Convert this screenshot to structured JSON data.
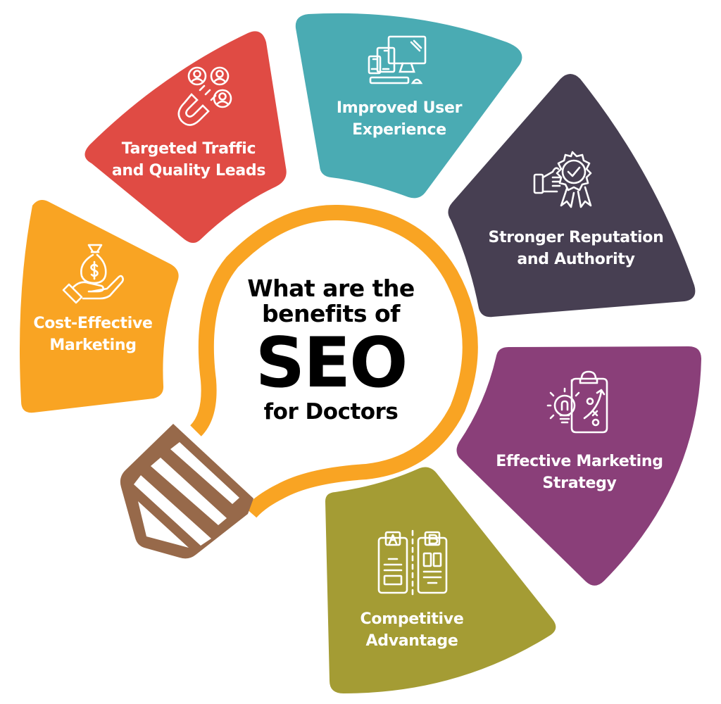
{
  "title": {
    "line1": "What are the",
    "line2": "benefits of",
    "line3": "SEO",
    "line4": "for Doctors"
  },
  "colors": {
    "bulb_outline": "#F9A423",
    "bulb_base": "#97694A",
    "targeted_traffic": "#E04B44",
    "user_experience": "#4AABB3",
    "reputation": "#473F52",
    "marketing_strategy": "#8A3F79",
    "competitive_advantage": "#A49C34",
    "cost_effective": "#F9A423",
    "title_text": "#000000",
    "petal_text": "#FFFFFF"
  },
  "benefits": [
    {
      "id": "targeted-traffic",
      "line1": "Targeted Traffic",
      "line2": "and Quality Leads",
      "icon": "magnet-users-icon"
    },
    {
      "id": "user-experience",
      "line1": "Improved User",
      "line2": "Experience",
      "icon": "devices-icon"
    },
    {
      "id": "reputation",
      "line1": "Stronger Reputation",
      "line2": "and Authority",
      "icon": "thumbs-up-badge-icon"
    },
    {
      "id": "marketing-strategy",
      "line1": "Effective Marketing",
      "line2": "Strategy",
      "icon": "lightbulb-clipboard-icon"
    },
    {
      "id": "competitive-advantage",
      "line1": "Competitive",
      "line2": "Advantage",
      "icon": "ab-comparison-icon"
    },
    {
      "id": "cost-effective",
      "line1": "Cost-Effective",
      "line2": "Marketing",
      "icon": "money-bag-hand-icon"
    }
  ]
}
